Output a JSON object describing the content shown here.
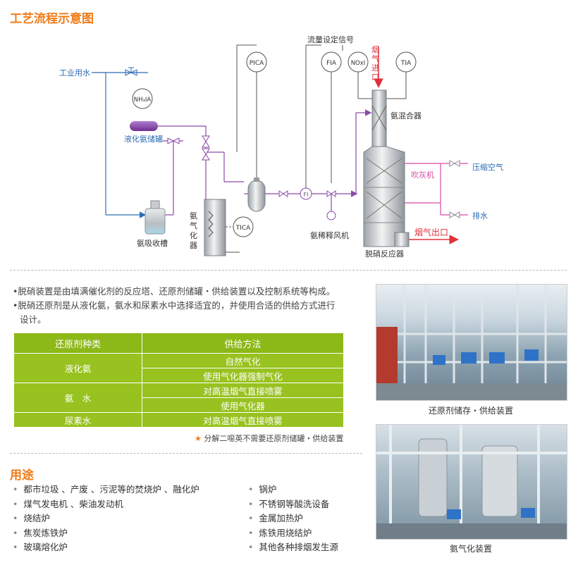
{
  "header": {
    "title": "工艺流程示意图"
  },
  "diagram": {
    "labels": {
      "industrial_water": "工业用水",
      "nh3ia": "NH₃IA",
      "liquid_ammonia_tank": "液化氨储罐",
      "absorption_tank": "氨吸收槽",
      "vaporizer_v1": "氨",
      "vaporizer_v2": "气",
      "vaporizer_v3": "化",
      "vaporizer_v4": "器",
      "pica": "PICA",
      "tica": "TICA",
      "flow_signal": "流量设定信号",
      "fia": "FIA",
      "nox": "NOxI",
      "tia": "TIA",
      "fi": "FI",
      "flue_in_1": "烟",
      "flue_in_2": "气",
      "flue_in_3": "进",
      "flue_in_4": "口",
      "ammonia_mixer": "氨混合器",
      "soot_blower": "吹灰机",
      "compressed_air": "压缩空气",
      "drain": "排水",
      "dilution_fan": "氨稀释风机",
      "flue_out": "烟气出口",
      "reactor": "脱硝反应器"
    },
    "colors": {
      "water": "#2e6db5",
      "ammonia": "#8a4aa8",
      "flue": "#e0303a",
      "signal": "#555555"
    }
  },
  "description": {
    "line1": "脱硝装置是由填满催化剂的反应塔、还原剂储罐・供给装置以及控制系统等构成。",
    "line2": "脱硝还原剂是从液化氨，氨水和尿素水中选择适宜的，并使用合适的供给方式进行",
    "line3": "设计。"
  },
  "table": {
    "headers": [
      "还原剂种类",
      "供给方法"
    ],
    "groups": [
      {
        "agent": "液化氨",
        "methods": [
          "自然气化",
          "使用气化器强制气化"
        ]
      },
      {
        "agent": "氨　水",
        "methods": [
          "对高温烟气直接喷雾",
          "使用气化器"
        ]
      },
      {
        "agent": "尿素水",
        "methods": [
          "对高温烟气直接喷雾"
        ]
      }
    ],
    "note": "分解二噁英不需要还原剂储罐・供给装置"
  },
  "photos": {
    "top_caption": "还原剂储存・供给装置",
    "bottom_caption": "氨气化装置"
  },
  "uses": {
    "title": "用途",
    "left": [
      "都市垃圾 、产废 、污泥等的焚烧炉 、融化炉",
      "煤气发电机 、柴油发动机",
      "烧结炉",
      "焦炭炼铁炉",
      "玻璃熔化炉"
    ],
    "right": [
      "锅炉",
      "不锈钢等酸洗设备",
      "金属加热炉",
      "炼铁用烧结炉",
      "其他各种排烟发生源"
    ]
  }
}
